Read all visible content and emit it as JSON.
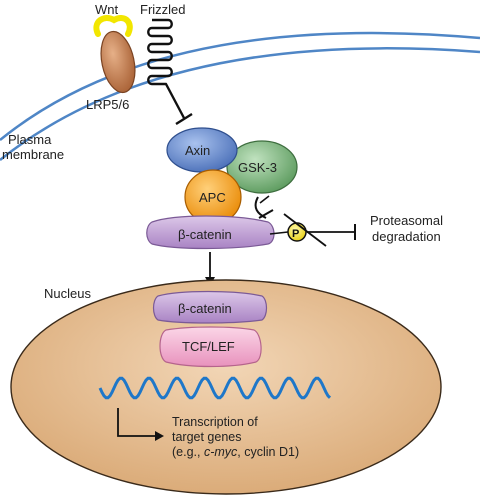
{
  "labels": {
    "wnt": "Wnt",
    "frizzled": "Frizzled",
    "lrp": "LRP5/6",
    "plasma_line1": "Plasma",
    "plasma_line2": "membrane",
    "axin": "Axin",
    "gsk3": "GSK-3",
    "apc": "APC",
    "beta_catenin_cyto": "β-catenin",
    "phospho": "P",
    "proteasomal_line1": "Proteasomal",
    "proteasomal_line2": "degradation",
    "nucleus": "Nucleus",
    "beta_catenin_nuc": "β-catenin",
    "tcf_lef": "TCF/LEF",
    "transcription_line1": "Transcription of",
    "transcription_line2": "target genes",
    "example_prefix": "(e.g., ",
    "example_gene": "c-myc",
    "example_suffix": ", cyclin D1)"
  },
  "colors": {
    "membrane": "#4f86c6",
    "lrp": "#c98552",
    "wnt": "#f2e600",
    "axin": "#6b8fd0",
    "gsk3": "#7fba80",
    "apc": "#f7a21b",
    "beta_catenin": "#c7a8d8",
    "tcf_lef": "#f3b6d3",
    "nucleus": "#e4bd95",
    "dna": "#1e77c9",
    "phospho": "#f4e23a"
  }
}
